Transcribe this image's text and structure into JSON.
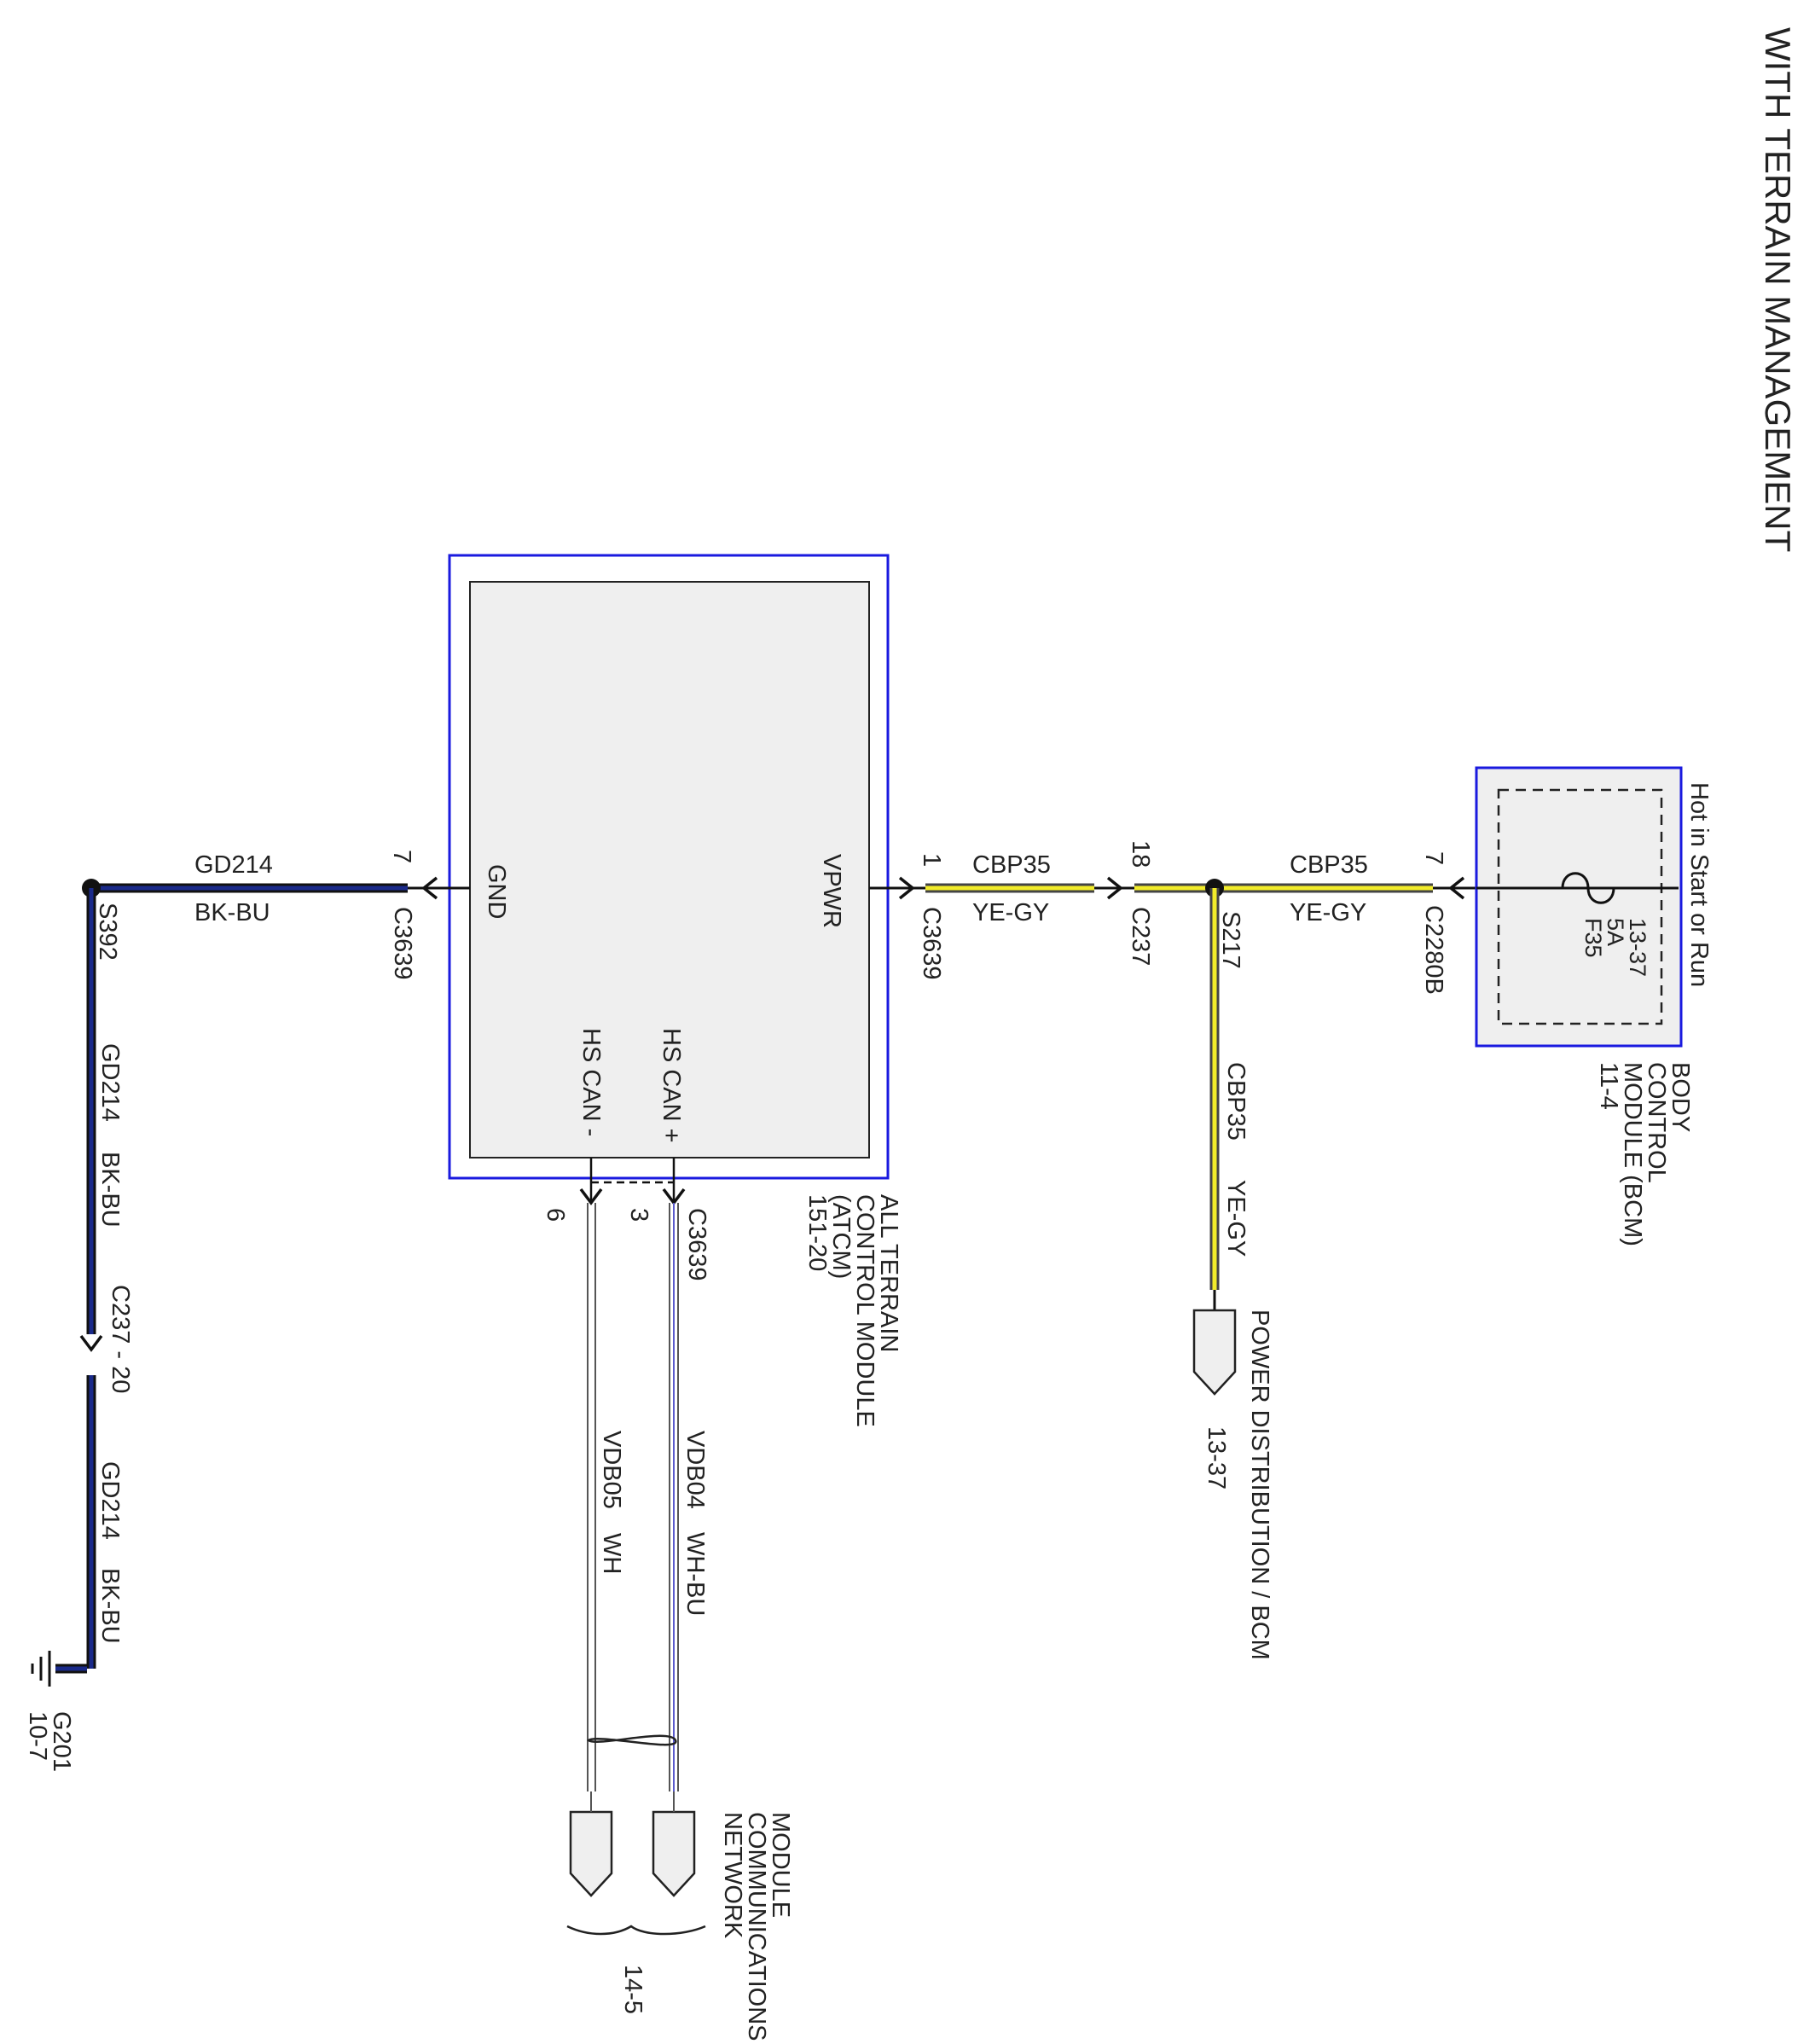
{
  "title": "WITH TERRAIN MANAGEMENT",
  "colors": {
    "wire_black_blue_outer": "#111111",
    "wire_black_blue_inner": "#1a2a8a",
    "wire_yellow_gray_outer": "#444444",
    "wire_yellow_gray_inner": "#f2ec2a",
    "wire_white_blue": "#5a5acc",
    "module_border": "#1a1adf",
    "module_fill": "#efefef"
  },
  "atcm": {
    "name_lines": [
      "ALL TERRAIN",
      "CONTROL MODULE",
      "(ATCM)",
      "151-20"
    ],
    "pin_gnd": "GND",
    "pin_vpwr": "VPWR",
    "pin_hscan_minus": "HS CAN -",
    "pin_hscan_plus": "HS CAN +"
  },
  "bcm": {
    "name_lines": [
      "BODY",
      "CONTROL",
      "MODULE (BCM)",
      "11-4"
    ],
    "power_note": "Hot in Start or Run",
    "fuse_lines": [
      "F35",
      "5A",
      "13-37"
    ]
  },
  "ground_circuit": {
    "circuit": "GD214",
    "color": "BK-BU",
    "pin": "7",
    "connector": "C3639",
    "splice": "S392",
    "inline_connector": "C237 - 20",
    "ground_point_lines": [
      "G201",
      "10-7"
    ]
  },
  "power_circuit": {
    "circuit": "CBP35",
    "color": "YE-GY",
    "atcm_pin": "1",
    "atcm_connector": "C3639",
    "inline_pin": "18",
    "inline_connector": "C237",
    "splice": "S217",
    "bcm_pin": "7",
    "bcm_connector": "C2280B",
    "branch_circuit": "CBP35",
    "branch_color": "YE-GY",
    "branch_destination": "POWER DISTRIBUTION / BCM",
    "branch_page": "13-37"
  },
  "can_circuits": {
    "connector": "C3639",
    "minus": {
      "pin": "6",
      "circuit": "VDB05",
      "color": "WH"
    },
    "plus": {
      "pin": "3",
      "circuit": "VDB04",
      "color": "WH-BU"
    },
    "network_lines": [
      "MODULE",
      "COMMUNICATIONS",
      "NETWORK"
    ],
    "network_page": "14-5"
  }
}
